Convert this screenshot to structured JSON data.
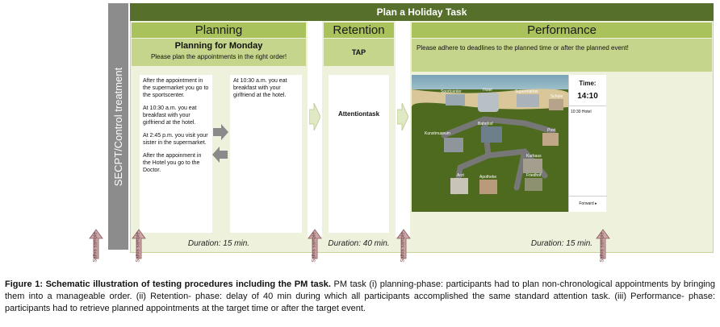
{
  "secpt_label": "SECPT/Control treatment",
  "task_title": "Plan a Holiday Task",
  "planning": {
    "title": "Planning",
    "subtitle": "Planning for Monday",
    "instruction": "Please plan the appointments in the right order!",
    "left_items": [
      "After the appointment in the supermarket you go to the sportscenter.",
      "At 10:30 a.m. you eat breakfast with your girlfriend at the hotel.",
      "At 2:45 p.m. you visit your sister in the supermarket.",
      "After the appoinment in the Hotel you go to the Doctor."
    ],
    "right_items": [
      "At 10:30 a.m. you eat breakfast with your girlfriend at the hotel."
    ],
    "duration": "Duration: 15 min."
  },
  "retention": {
    "title": "Retention",
    "subtitle": "TAP",
    "task": "Attentiontask",
    "duration": "Duration: 40 min."
  },
  "performance": {
    "title": "Performance",
    "instruction": "Please adhere to deadlines to the planned time or after the planned event!",
    "time_label": "Time:",
    "time_value": "14:10",
    "log_entry": "10:30 Hotel",
    "forward_label": "Forward ▸",
    "map_labels": [
      "Sportcenter",
      "Hotel",
      "Supermarket",
      "Schule",
      "Kunstmuseum",
      "Bahnhof",
      "Post",
      "Kurhaus",
      "Arzt",
      "Apotheke",
      "Friedhof"
    ],
    "duration": "Duration: 15 min."
  },
  "saliva_label": "Saliva sample",
  "caption": {
    "bold": "Figure 1: Schematic illustration of testing procedures including the PM task.",
    "text": " PM task (i) planning-phase: participants had to plan non-chronological appointments by bringing them into a manageable order. (ii) Retention- phase: delay of 40 min during which all participants accomplished the same standard attention task. (iii) Performance- phase: participants had to retrieve planned appointments at the target time or after the target event."
  },
  "colors": {
    "header": "#566f2b",
    "phase_head": "#a9c25c",
    "subhead": "#c5d58c",
    "panel": "#eef1dc",
    "secpt_bar": "#8c8c8c",
    "arrow_fill": "#c9a6a8",
    "arrow_stroke": "#8a5a5e"
  }
}
